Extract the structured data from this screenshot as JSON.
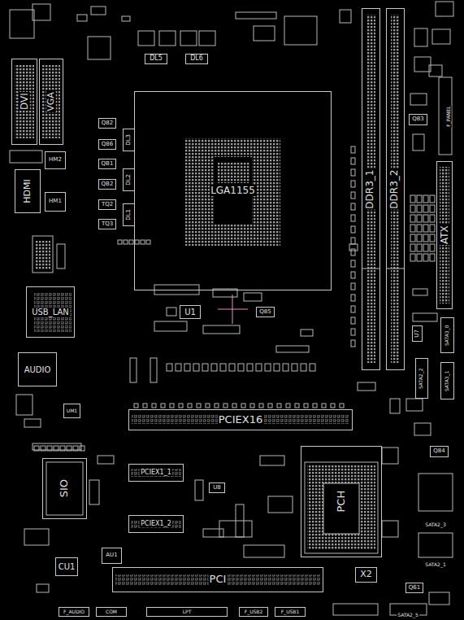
{
  "diagram": {
    "nodes": [
      {
        "text": [
          "DVI"
        ]
      },
      {
        "text": [
          "VGA"
        ]
      },
      {
        "text": [
          "DL5"
        ]
      },
      {
        "text": [
          "DL6"
        ]
      },
      {
        "text": [
          "Q82"
        ]
      },
      {
        "text": [
          "Q86"
        ]
      },
      {
        "text": [
          "QB1"
        ]
      },
      {
        "text": [
          "QB2"
        ]
      },
      {
        "text": [
          "TQ2"
        ]
      },
      {
        "text": [
          "TQ3"
        ]
      },
      {
        "text": [
          "DL3"
        ]
      },
      {
        "text": [
          "DL2"
        ]
      },
      {
        "text": [
          "DL1"
        ]
      },
      {
        "text": [
          "LGA1155"
        ]
      },
      {
        "text": [
          "HM2"
        ]
      },
      {
        "text": [
          "HDMI"
        ]
      },
      {
        "text": [
          "HM1"
        ]
      },
      {
        "text": [
          "DDR3_1"
        ]
      },
      {
        "text": [
          "DDR3_2"
        ]
      },
      {
        "text": [
          "Q83"
        ]
      },
      {
        "text": [
          "ATX"
        ]
      },
      {
        "text": [
          "U1"
        ]
      },
      {
        "text": [
          "Q85"
        ]
      },
      {
        "text": [
          "USB_LAN"
        ]
      },
      {
        "text": [
          "U7"
        ]
      },
      {
        "text": [
          "SATA3_0"
        ]
      },
      {
        "text": [
          "SATA2_2"
        ]
      },
      {
        "text": [
          "SATA3_1"
        ]
      },
      {
        "text": [
          "AUDIO"
        ]
      },
      {
        "text": [
          "UM1"
        ]
      },
      {
        "text": [
          "PCIEX16"
        ]
      },
      {
        "text": [
          "Q84"
        ]
      },
      {
        "text": [
          "SIO"
        ]
      },
      {
        "text": [
          "PCIEX1_1"
        ]
      },
      {
        "text": [
          "U8"
        ]
      },
      {
        "text": [
          "PCH"
        ]
      },
      {
        "text": [
          "PCIEX1_2"
        ]
      },
      {
        "text": [
          "AU1"
        ]
      },
      {
        "text": [
          "CU1"
        ]
      },
      {
        "text": [
          "PCI"
        ]
      },
      {
        "text": [
          "X2"
        ]
      },
      {
        "text": [
          "Q61"
        ]
      },
      {
        "text": [
          "F_AUDIO"
        ]
      },
      {
        "text": [
          "COM"
        ]
      },
      {
        "text": [
          "LPT"
        ]
      },
      {
        "text": [
          "F_USB2"
        ]
      },
      {
        "text": [
          "F_USB1"
        ]
      }
    ],
    "labels": [
      "F_PANEL",
      "SATA2_3",
      "SATA2_1",
      "SATA2_5"
    ]
  }
}
